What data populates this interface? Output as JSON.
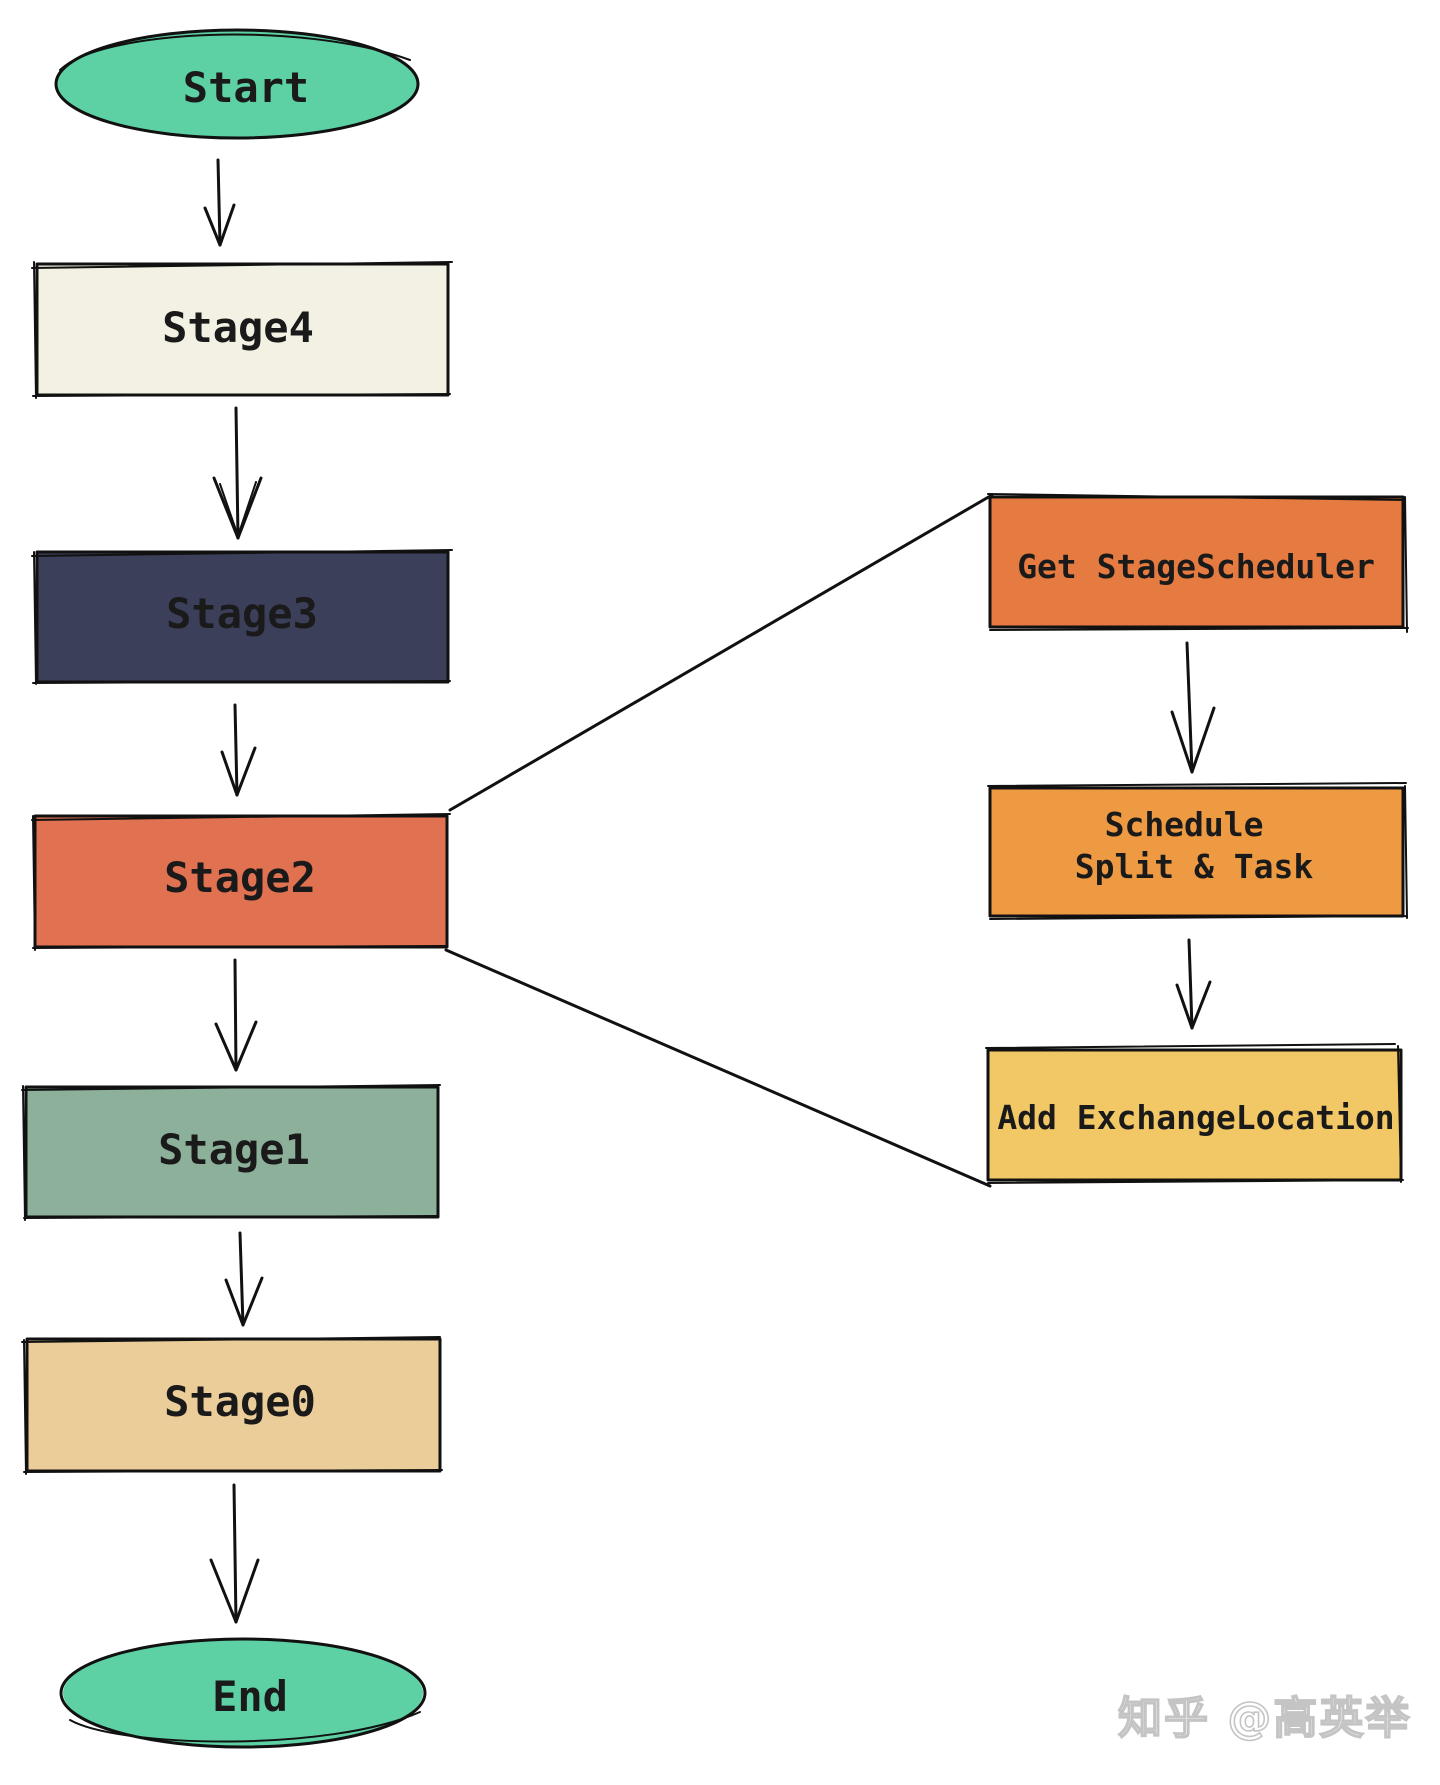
{
  "nodes": {
    "start": {
      "label": "Start",
      "color": "#5dd1a4"
    },
    "stage4": {
      "label": "Stage4",
      "color": "#f3f1e3"
    },
    "stage3": {
      "label": "Stage3",
      "color": "#3c3f5a"
    },
    "stage2": {
      "label": "Stage2",
      "color": "#e07151"
    },
    "stage1": {
      "label": "Stage1",
      "color": "#8cb09a"
    },
    "stage0": {
      "label": "Stage0",
      "color": "#eacd98"
    },
    "end": {
      "label": "End",
      "color": "#5dd1a4"
    }
  },
  "detail": {
    "get_scheduler": {
      "label": "Get StageScheduler",
      "color": "#e57b40"
    },
    "schedule_split_task": {
      "line1": "Schedule",
      "line2": "Split & Task",
      "color": "#ee9a42"
    },
    "add_exchange_location": {
      "label": "Add ExchangeLocation",
      "color": "#f1c865"
    }
  },
  "watermark": "知乎 @高英举"
}
